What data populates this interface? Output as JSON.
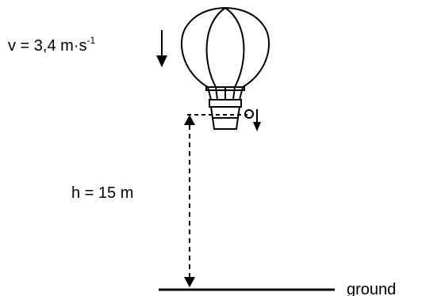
{
  "velocity": {
    "prefix": "v = 3,4 m·s",
    "exponent": "-1"
  },
  "height": {
    "text": "h = 15 m"
  },
  "ground": {
    "text": "ground"
  },
  "colors": {
    "ink": "#000000",
    "background": "#ffffff"
  }
}
